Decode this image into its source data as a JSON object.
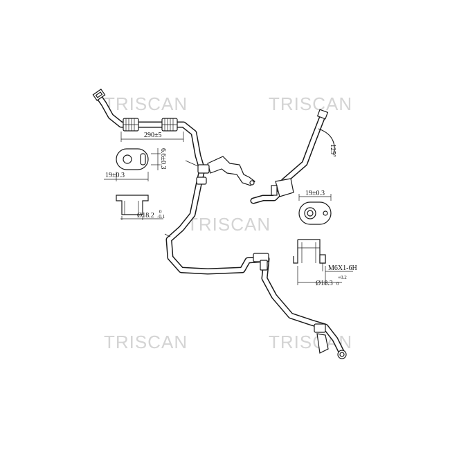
{
  "watermarks": [
    "TRISCAN",
    "TRISCAN",
    "TRISCAN",
    "TRISCAN",
    "TRISCAN"
  ],
  "dimensions": {
    "length": "290±5",
    "bracket_height": "6.6±0.3",
    "bracket_width": "19±0.3",
    "fitting_left_diameter": "Ø18.2",
    "fitting_left_tol_upper": "0",
    "fitting_left_tol_lower": "-0.1",
    "angle": "125°",
    "flange_right_width": "19±0.3",
    "thread": "M6X1-6H",
    "fitting_right_diameter": "Ø18.3",
    "fitting_right_tol_upper": "+0.2",
    "fitting_right_tol_lower": "0"
  }
}
